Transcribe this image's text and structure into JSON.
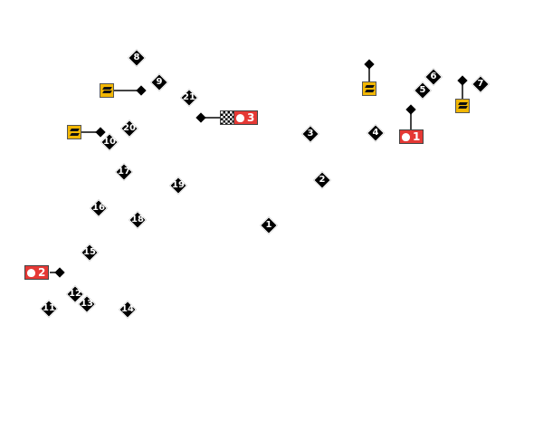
{
  "waypoints": [
    "1",
    "2",
    "3",
    "4",
    "5",
    "6",
    "7",
    "8",
    "9",
    "10",
    "11",
    "12",
    "13",
    "14",
    "15",
    "16",
    "17",
    "18",
    "19",
    "20",
    "21"
  ],
  "stations": [
    {
      "label": "1",
      "icon": "flame-icon"
    },
    {
      "label": "2",
      "icon": "flame-icon"
    },
    {
      "label": "3",
      "icon": "flame-icon",
      "finish": true
    }
  ],
  "colors": {
    "waypoint": "#000000",
    "station": "#e53935",
    "layer": "#f2b705"
  }
}
